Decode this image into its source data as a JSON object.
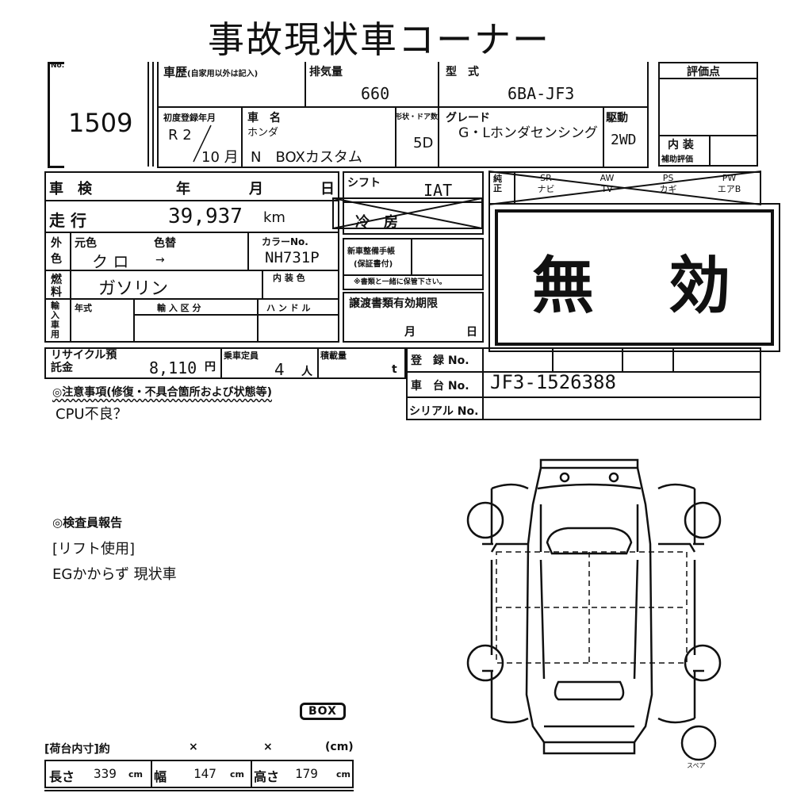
{
  "title": "事故現状車コーナー",
  "lot": {
    "no_label": "No.",
    "number": "1509"
  },
  "history": {
    "label": "車歴",
    "note": "(自家用以外は記入)"
  },
  "displacement": {
    "label": "排気量",
    "value": "660"
  },
  "model": {
    "label": "型　式",
    "value": "6BA-JF3"
  },
  "rating": {
    "label": "評価点",
    "interior_label": "内 装",
    "interior_sub": "補助評価"
  },
  "first_reg": {
    "label": "初度登録年月",
    "era": "R 2",
    "month": "10",
    "month_unit": "月"
  },
  "car_name": {
    "label": "車　名",
    "maker": "ホンダ",
    "name": "N　BOXカスタム"
  },
  "doors": {
    "label": "形状・ドア数",
    "value": "5D"
  },
  "grade": {
    "label": "グレード",
    "value": "G・Lホンダセンシング"
  },
  "drive": {
    "label": "駆動",
    "value": "2WD"
  },
  "inspection": {
    "label": "車　検",
    "year": "年",
    "month": "月",
    "day": "日"
  },
  "shift": {
    "label": "シフト",
    "value": "IAT"
  },
  "aircon": {
    "label": "冷　房"
  },
  "equipment": {
    "label": "純正",
    "items": [
      "SR",
      "AW",
      "PS",
      "PW",
      "ナビ",
      "TV",
      "カギ",
      "エアB"
    ]
  },
  "mileage": {
    "label": "走 行",
    "value": "39,937",
    "unit": "km"
  },
  "stamp": {
    "text": "無　効"
  },
  "color": {
    "label_a": "外",
    "label_b": "色",
    "orig_label": "元色",
    "orig_value": "ク ロ",
    "change_label": "色替",
    "arrow": "→",
    "code_label": "カラーNo.",
    "code_value": "NH731P",
    "interior_label": "内 装 色"
  },
  "fuel": {
    "label_a": "燃",
    "label_b": "料",
    "value": "ガソリン"
  },
  "manual": {
    "label": "新車整備手帳",
    "sub": "(保証書付)",
    "note": "※書類と一緒に保管下さい。"
  },
  "import": {
    "label": "輸入車用",
    "year_label": "年式",
    "category_label": "輸 入 区 分",
    "handle_label": "ハ ン ド ル"
  },
  "transfer": {
    "label": "譲渡書類有効期限",
    "month": "月",
    "day": "日"
  },
  "recycle": {
    "label": "リサイクル預託金",
    "value": "8,110",
    "unit": "円"
  },
  "capacity": {
    "label": "乗車定員",
    "value": "4",
    "unit": "人"
  },
  "load": {
    "label": "積載量",
    "unit": "t"
  },
  "registration": {
    "label": "登　録 No."
  },
  "chassis": {
    "label": "車　台 No.",
    "value": "JF3-1526388"
  },
  "serial": {
    "label": "シリアル No."
  },
  "notes": {
    "label": "◎注意事項(修復・不具合箇所および状態等)",
    "value": "CPU不良？"
  },
  "inspector": {
    "label": "◎検査員報告",
    "lines": [
      "[リフト使用]",
      "EGかからず 現状車"
    ]
  },
  "box": {
    "label": "BOX"
  },
  "cargo": {
    "label": "[荷台内寸]約",
    "times1": "×",
    "times2": "×",
    "unit_note": "(cm)",
    "length_label": "長さ",
    "length": "339",
    "width_label": "幅",
    "width": "147",
    "height_label": "高さ",
    "height": "179",
    "cm": "cm"
  },
  "spare": {
    "label": "スペア"
  }
}
